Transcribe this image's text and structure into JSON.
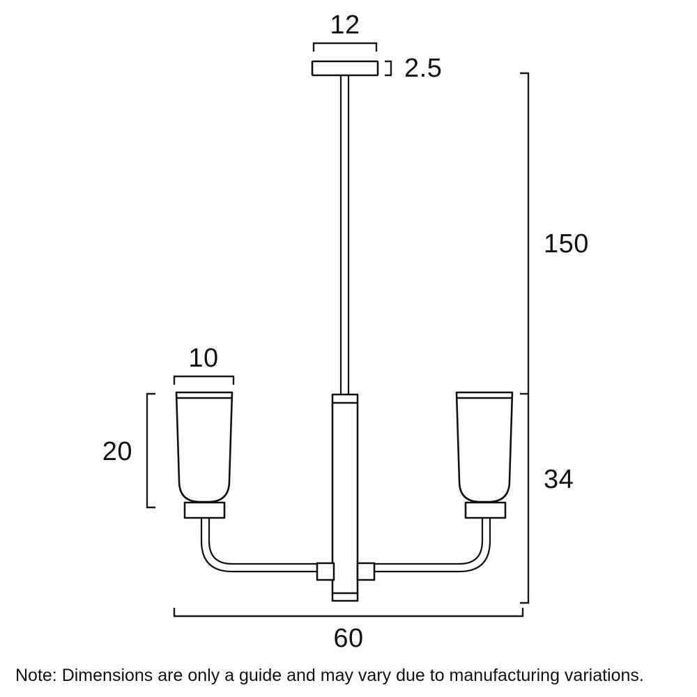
{
  "drawing": {
    "title": "Pendant Light Dimension Drawing",
    "units_note": "Note: Dimensions are only a guide and may vary due to manufacturing variations.",
    "stroke_color": "#111111",
    "background_color": "#ffffff"
  },
  "dimensions": {
    "canopy_width": "12",
    "canopy_thickness": "2.5",
    "shade_width": "10",
    "shade_height": "20",
    "total_drop": "150",
    "fixture_height": "34",
    "overall_width": "60"
  },
  "parts": {
    "canopy": "ceiling-canopy-plate",
    "rod": "suspension-rod",
    "body": "center-body-tube",
    "arm_left": "left-curved-arm",
    "arm_right": "right-curved-arm",
    "shade_left": "left-glass-shade",
    "shade_right": "right-glass-shade",
    "socket_left": "left-socket-collar",
    "socket_right": "right-socket-collar"
  }
}
